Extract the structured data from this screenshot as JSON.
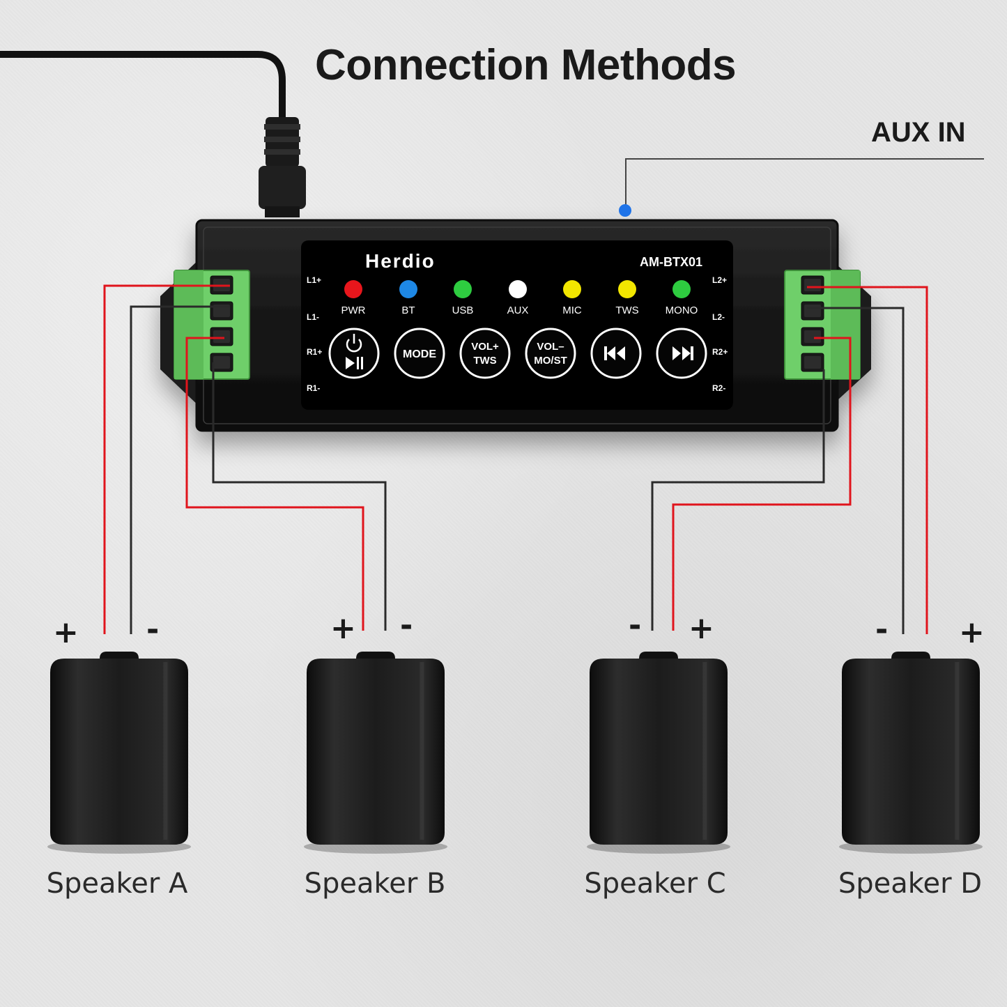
{
  "title": "Connection Methods",
  "aux_in_label": "AUX IN",
  "device": {
    "brand": "Herdio",
    "model": "AM-BTX01",
    "terminal_labels_left": [
      "L1+",
      "L1-",
      "R1+",
      "R1-"
    ],
    "terminal_labels_right": [
      "L2+",
      "L2-",
      "R2+",
      "R2-"
    ],
    "indicators": [
      {
        "label": "PWR",
        "color": "#e8161c"
      },
      {
        "label": "BT",
        "color": "#1e88e5"
      },
      {
        "label": "USB",
        "color": "#2ecc40"
      },
      {
        "label": "AUX",
        "color": "#ffffff"
      },
      {
        "label": "MIC",
        "color": "#f2e600"
      },
      {
        "label": "TWS",
        "color": "#f2e600"
      },
      {
        "label": "MONO",
        "color": "#2ecc40"
      }
    ],
    "buttons": [
      {
        "icon": "power-play-pause-icon",
        "line1": "",
        "line2": ""
      },
      {
        "icon": "",
        "line1": "MODE",
        "line2": ""
      },
      {
        "icon": "",
        "line1": "VOL+",
        "line2": "TWS"
      },
      {
        "icon": "",
        "line1": "VOL–",
        "line2": "MO/ST"
      },
      {
        "icon": "previous-track-icon",
        "line1": "",
        "line2": ""
      },
      {
        "icon": "next-track-icon",
        "line1": "",
        "line2": ""
      }
    ]
  },
  "speakers": [
    {
      "name": "Speaker A",
      "left_sign": "+",
      "right_sign": "-"
    },
    {
      "name": "Speaker B",
      "left_sign": "+",
      "right_sign": "-"
    },
    {
      "name": "Speaker C",
      "left_sign": "-",
      "right_sign": "+"
    },
    {
      "name": "Speaker D",
      "left_sign": "-",
      "right_sign": "+"
    }
  ],
  "colors": {
    "wire_positive": "#e0141c",
    "wire_negative": "#2a2a2a",
    "terminal_green": "#6fcf6a",
    "aux_dot": "#1e73e8",
    "device_body": "#1b1b1b"
  }
}
